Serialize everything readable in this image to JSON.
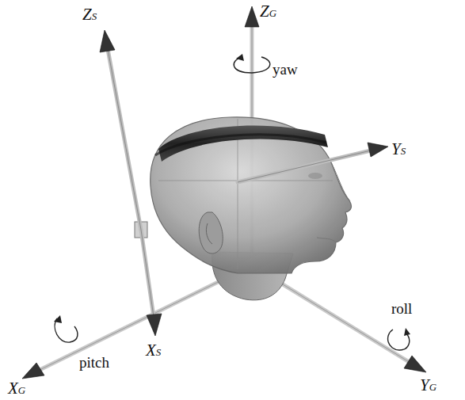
{
  "diagram": {
    "labels": [
      "ZS",
      "ZG",
      "yaw",
      "YS",
      "XS",
      "roll",
      "XG",
      "pitch",
      "YG"
    ]
  }
}
